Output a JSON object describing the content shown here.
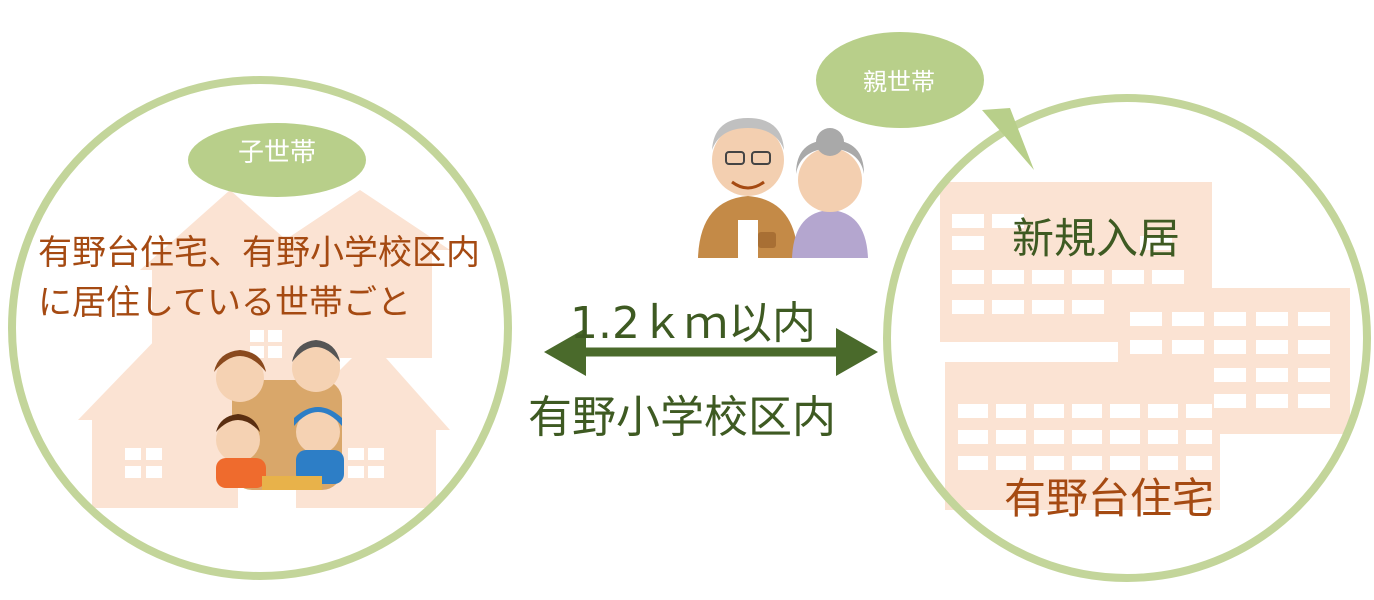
{
  "child_household": {
    "bubble_label": "子世帯",
    "description_line1": "有野台住宅、有野小学校区内",
    "description_line2": "に居住している世帯ごと"
  },
  "parent_household": {
    "bubble_label": "親世帯",
    "move_label": "新規入居",
    "housing_label": "有野台住宅"
  },
  "connection": {
    "distance_label": "1.2ｋｍ以内",
    "school_label": "有野小学校区内"
  },
  "colors": {
    "circle_stroke": "#c3d59a",
    "bubble_fill": "#b8cf8a",
    "building_fill": "#fbe3d3",
    "window_fill": "#ffffff",
    "arrow": "#4a6a2b",
    "brown_text": "#a54a12",
    "green_text": "#3e5a22"
  }
}
